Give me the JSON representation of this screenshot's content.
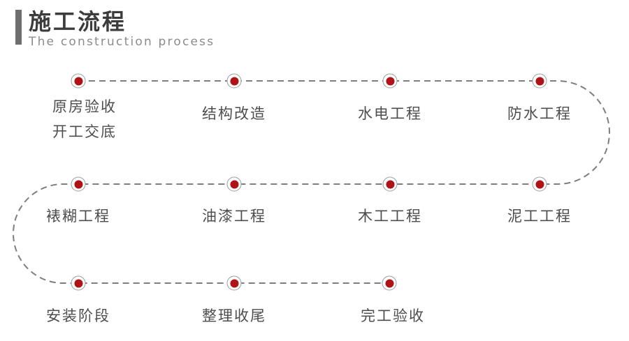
{
  "header": {
    "title": "施工流程",
    "subtitle": "The construction process"
  },
  "steps": [
    {
      "label": "原房验收\n开工交底"
    },
    {
      "label": "结构改造"
    },
    {
      "label": "水电工程"
    },
    {
      "label": "防水工程"
    },
    {
      "label": "泥工工程"
    },
    {
      "label": "木工工程"
    },
    {
      "label": "油漆工程"
    },
    {
      "label": "裱糊工程"
    },
    {
      "label": "安装阶段"
    },
    {
      "label": "整理收尾"
    },
    {
      "label": "完工验收"
    }
  ],
  "colors": {
    "accent_red": "#b01217",
    "ring_gray": "#9b9b9b",
    "line_gray": "#7e7e7e",
    "label_text": "#4d4d4d",
    "title_text": "#3c3c3c",
    "subtitle_text": "#8b8b8b",
    "accent_bar": "#6f6f6f",
    "background": "#ffffff"
  }
}
